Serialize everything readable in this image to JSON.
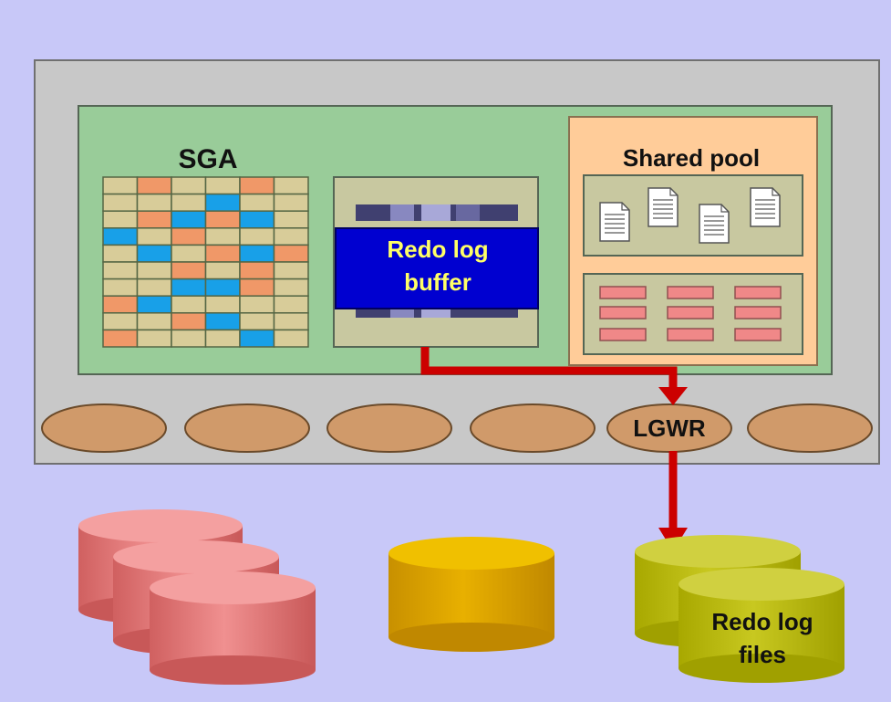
{
  "labels": {
    "sga": "SGA",
    "shared_pool": "Shared pool",
    "redo_buffer_line1": "Redo log",
    "redo_buffer_line2": "buffer",
    "lgwr": "LGWR",
    "redo_files_line1": "Redo log",
    "redo_files_line2": "files"
  },
  "colors": {
    "background": "#c8c8f8",
    "instance_box": "#c8c8c8",
    "sga_area": "#99cc99",
    "buffer_cache_cell": "#d8cc99",
    "buffer_cache_orange": "#f09868",
    "buffer_cache_blue": "#18a0e8",
    "redo_buffer_box": "#0000d0",
    "redo_buffer_text": "#ffff66",
    "shared_pool_area": "#ffcc99",
    "shared_pool_sub": "#c8c8a0",
    "pink_block": "#f08888",
    "process_oval": "#d09a6a",
    "arrow": "#cc0000",
    "datafile_disk": "#e07070",
    "controlfile_disk": "#d8a000",
    "redolog_disk": "#b8b800"
  },
  "buffer_cache_pattern": [
    "-O--O-",
    "---B--",
    "-OBOB-",
    "B-O---",
    "-B-OBO",
    "--O-O-",
    "--BBO-",
    "OB----",
    "--OB--",
    "O---B-"
  ],
  "process_ovals": [
    {
      "name": "process-oval",
      "label": ""
    },
    {
      "name": "process-oval",
      "label": ""
    },
    {
      "name": "process-oval",
      "label": ""
    },
    {
      "name": "process-oval",
      "label": ""
    },
    {
      "name": "lgwr-process",
      "label": "LGWR"
    },
    {
      "name": "process-oval",
      "label": ""
    }
  ]
}
